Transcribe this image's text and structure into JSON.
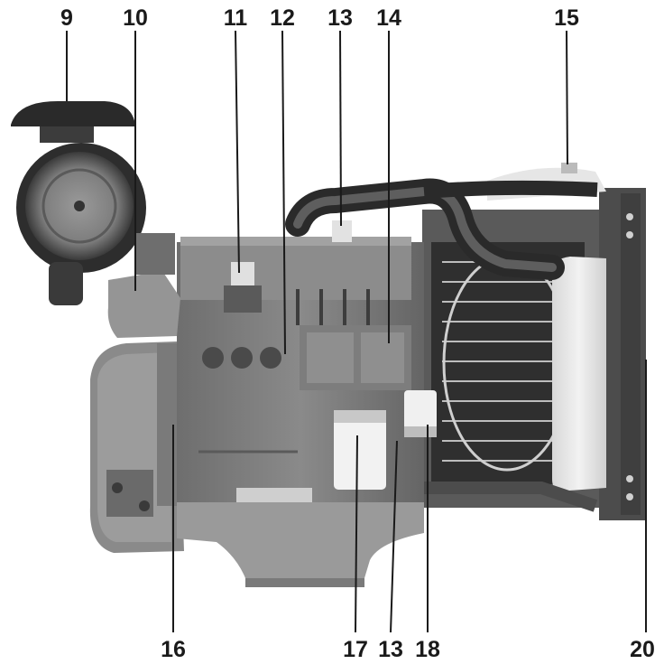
{
  "figure": {
    "callouts_top": [
      {
        "id": "c9",
        "label": "9"
      },
      {
        "id": "c10",
        "label": "10"
      },
      {
        "id": "c11",
        "label": "11"
      },
      {
        "id": "c12",
        "label": "12"
      },
      {
        "id": "c13a",
        "label": "13"
      },
      {
        "id": "c14",
        "label": "14"
      },
      {
        "id": "c15",
        "label": "15"
      }
    ],
    "callouts_bottom": [
      {
        "id": "c16",
        "label": "16"
      },
      {
        "id": "c17",
        "label": "17"
      },
      {
        "id": "c13b",
        "label": "13"
      },
      {
        "id": "c18",
        "label": "18"
      },
      {
        "id": "c20",
        "label": "20"
      }
    ],
    "colors": {
      "background": "#ffffff",
      "ink": "#1a1a1a",
      "metal_dark": "#4a4a4a",
      "metal_mid": "#7a7a7a",
      "metal_light": "#a8a8a8",
      "highlight": "#e8e8e8"
    }
  }
}
